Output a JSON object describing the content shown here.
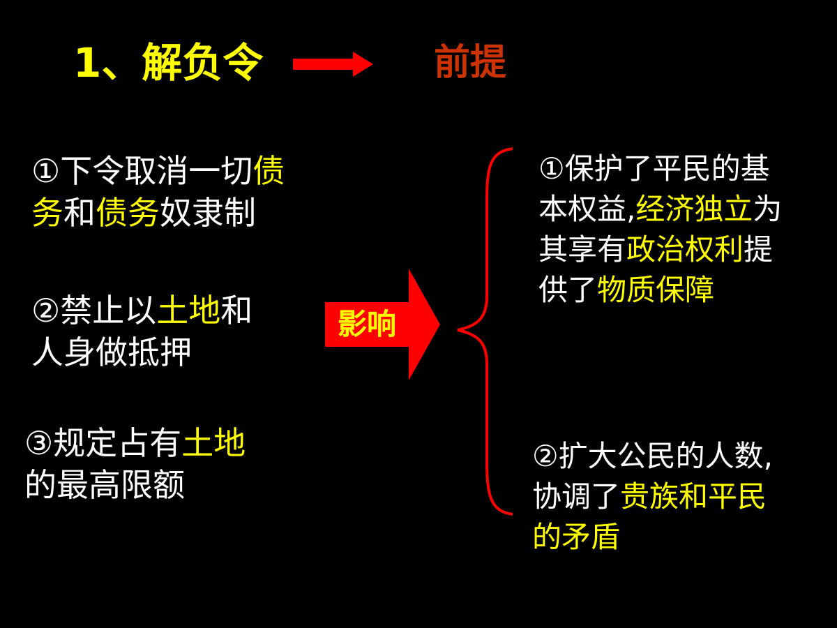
{
  "title": {
    "text": "1、解负令",
    "premise": "前提"
  },
  "impact_label": "影响",
  "measures": [
    {
      "lines": [
        [
          {
            "t": "①下令取消一切",
            "hl": false
          },
          {
            "t": "债",
            "hl": true
          }
        ],
        [
          {
            "t": "务",
            "hl": true
          },
          {
            "t": "和",
            "hl": false
          },
          {
            "t": "债务",
            "hl": true
          },
          {
            "t": "奴隶制",
            "hl": false
          }
        ]
      ]
    },
    {
      "lines": [
        [
          {
            "t": "②禁止以",
            "hl": false
          },
          {
            "t": "土地",
            "hl": true
          },
          {
            "t": "和",
            "hl": false
          }
        ],
        [
          {
            "t": "人身做抵押",
            "hl": false
          }
        ]
      ]
    },
    {
      "lines": [
        [
          {
            "t": "③规定占有",
            "hl": false
          },
          {
            "t": "土地",
            "hl": true
          }
        ],
        [
          {
            "t": "的最高限额",
            "hl": false
          }
        ]
      ]
    }
  ],
  "effects": [
    {
      "lines": [
        [
          {
            "t": "①保护了平民的基",
            "hl": false
          }
        ],
        [
          {
            "t": "本权益,",
            "hl": false
          },
          {
            "t": "经济独立",
            "hl": true
          },
          {
            "t": "为",
            "hl": false
          }
        ],
        [
          {
            "t": "其享有",
            "hl": false
          },
          {
            "t": "政治权利",
            "hl": true
          },
          {
            "t": "提",
            "hl": false
          }
        ],
        [
          {
            "t": "供了",
            "hl": false
          },
          {
            "t": "物质保障",
            "hl": true
          }
        ]
      ]
    },
    {
      "lines": [
        [
          {
            "t": "②扩大公民的人数,",
            "hl": false
          }
        ],
        [
          {
            "t": "协调了",
            "hl": false
          },
          {
            "t": "贵族和平民",
            "hl": true
          }
        ],
        [
          {
            "t": "的矛盾",
            "hl": true
          }
        ]
      ]
    }
  ],
  "colors": {
    "background": "#000000",
    "text": "#ffffff",
    "highlight": "#ffff00",
    "arrow_red": "#ff0000",
    "premise": "#cc3300",
    "brace": "#ff0000"
  }
}
